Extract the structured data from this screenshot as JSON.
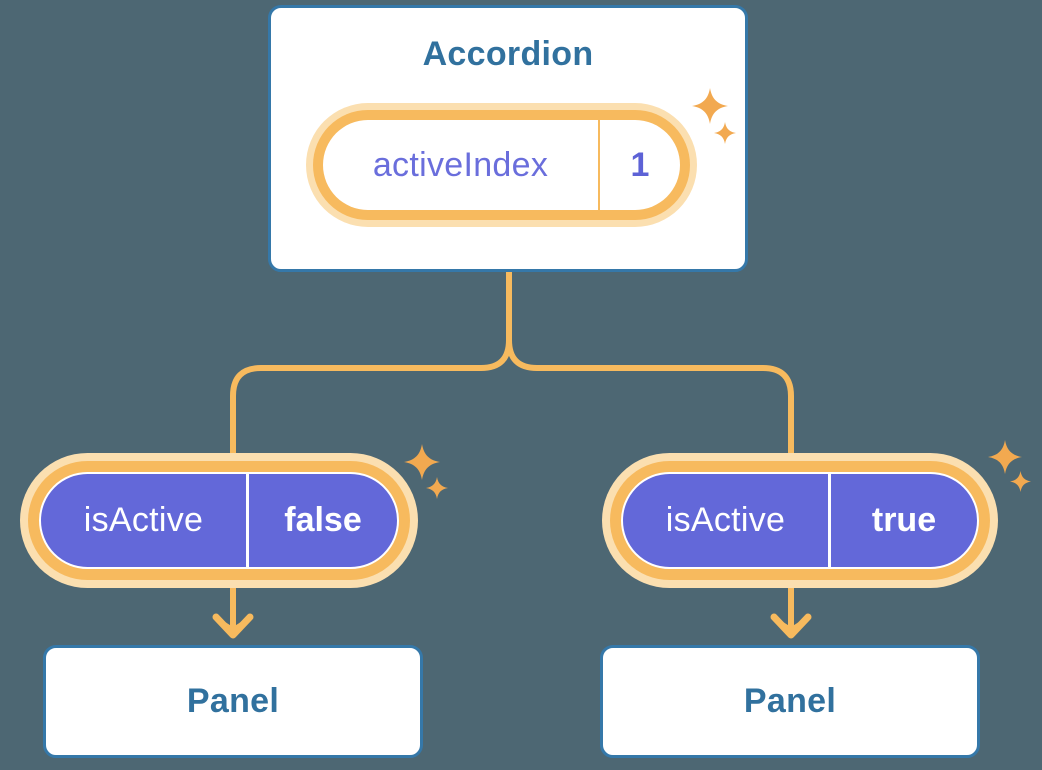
{
  "root_card": {
    "title": "Accordion",
    "pill": {
      "label": "activeIndex",
      "value": "1"
    }
  },
  "children": [
    {
      "pill": {
        "label": "isActive",
        "value": "false"
      },
      "panel_label": "Panel"
    },
    {
      "pill": {
        "label": "isActive",
        "value": "true"
      },
      "panel_label": "Panel"
    }
  ],
  "colors": {
    "background": "#4D6773",
    "connector_orange": "#F7BA5E",
    "pill_glow_peach": "#FBDFB0",
    "sparkle_orange": "#F2A950",
    "pill_purple": "#6368D9",
    "heading_blue": "#31719E",
    "card_border_blue": "#3578A9",
    "state_text_purple": "#6A6EDC",
    "card_background": "#FFFFFF"
  }
}
